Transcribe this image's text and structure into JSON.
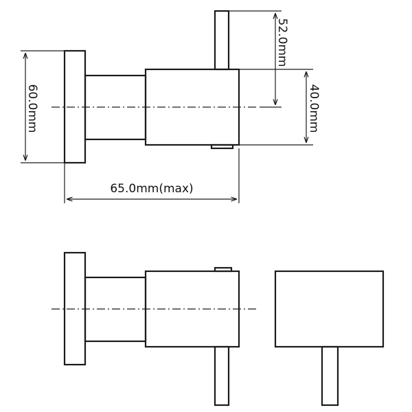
{
  "dimensions": {
    "flange_height": "60.0mm",
    "overall_length": "65.0mm(max)",
    "lever_height": "52.0mm",
    "body_height": "40.0mm"
  },
  "colors": {
    "line": "#1a1a1a",
    "background": "#ffffff"
  }
}
